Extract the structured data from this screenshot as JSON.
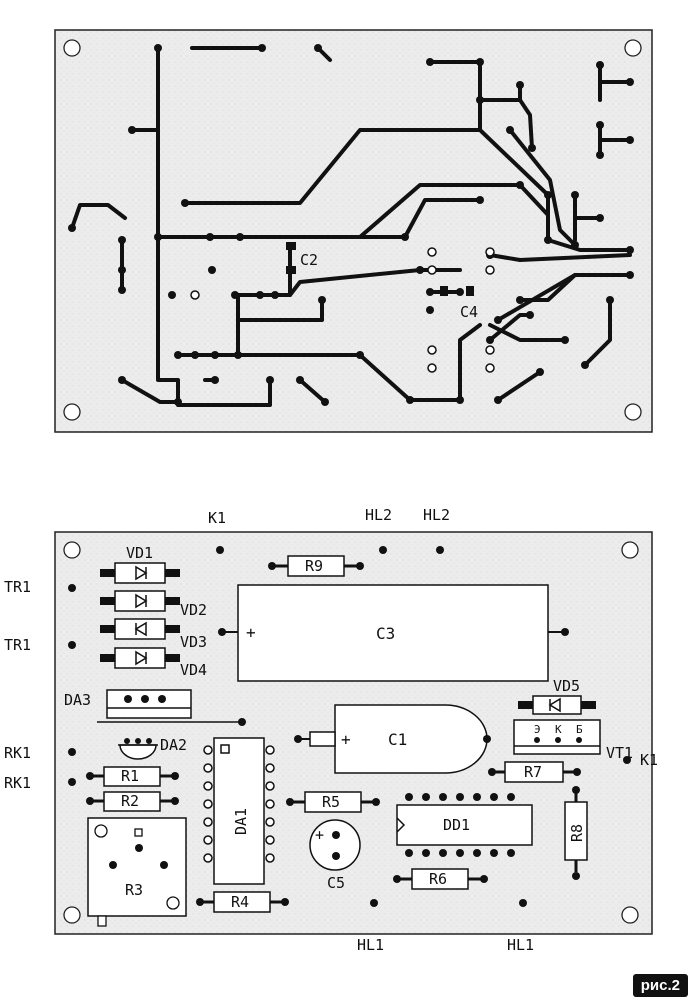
{
  "pcb_top": {
    "labels": {
      "c2": "C2",
      "c4": "C4"
    }
  },
  "component_side": {
    "labels": {
      "k1_top": "K1",
      "hl2_a": "HL2",
      "hl2_b": "HL2",
      "tr1_a": "TR1",
      "tr1_b": "TR1",
      "rk1_a": "RK1",
      "rk1_b": "RK1",
      "k1_right": "K1",
      "hl1_a": "HL1",
      "hl1_b": "HL1",
      "vd1": "VD1",
      "vd2": "VD2",
      "vd3": "VD3",
      "vd4": "VD4",
      "vd5": "VD5",
      "da3": "DA3",
      "da2": "DA2",
      "da1": "DA1",
      "dd1": "DD1",
      "r1": "R1",
      "r2": "R2",
      "r3": "R3",
      "r4": "R4",
      "r5": "R5",
      "r6": "R6",
      "r7": "R7",
      "r8": "R8",
      "r9": "R9",
      "c1": "C1",
      "c3": "C3",
      "c5": "C5",
      "vt1": "VT1",
      "vt1_pin_e": "Э",
      "vt1_pin_k": "К",
      "vt1_pin_b": "Б",
      "plus": "+"
    }
  },
  "figure_label": "рис.2"
}
